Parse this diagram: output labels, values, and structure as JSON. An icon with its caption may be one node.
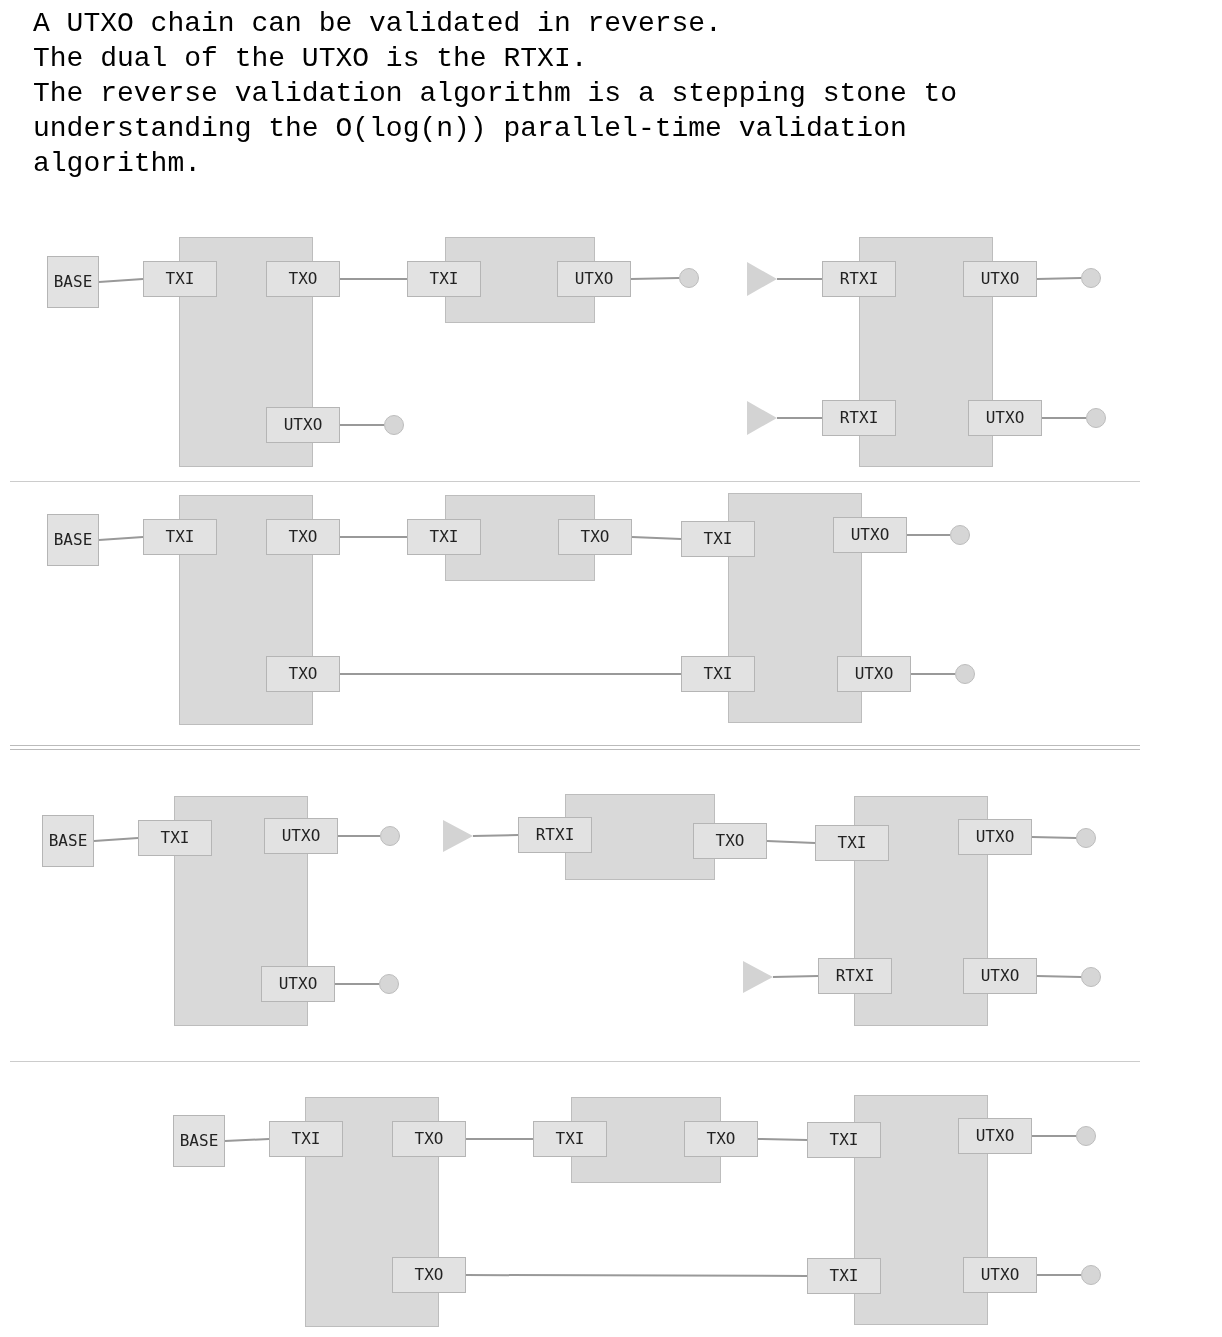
{
  "diagram": {
    "labels": [
      "A UTXO chain can be validated in reverse.",
      "The dual of the UTXO is the RTXI.",
      "The reverse validation algorithm is a stepping stone to understanding the O(log(n)) parallel-time validation algorithm."
    ],
    "nodes": [
      {
        "text": [
          "BASE"
        ]
      },
      {
        "text": [],
        "shape": "box"
      },
      {
        "text": [
          "TXI"
        ]
      },
      {
        "text": [
          "TXO"
        ]
      },
      {
        "text": [
          "UTXO"
        ]
      },
      {
        "text": [],
        "shape": "circle"
      },
      {
        "text": [],
        "shape": "box"
      },
      {
        "text": [
          "TXI"
        ]
      },
      {
        "text": [
          "UTXO"
        ]
      },
      {
        "text": [],
        "shape": "circle"
      },
      {
        "text": [],
        "shape": "triangle"
      },
      {
        "text": [],
        "shape": "triangle"
      },
      {
        "text": [],
        "shape": "box"
      },
      {
        "text": [
          "RTXI"
        ]
      },
      {
        "text": [
          "UTXO"
        ]
      },
      {
        "text": [
          "RTXI"
        ]
      },
      {
        "text": [
          "UTXO"
        ]
      },
      {
        "text": [],
        "shape": "circle"
      },
      {
        "text": [],
        "shape": "circle"
      },
      {
        "text": [
          "BASE"
        ]
      },
      {
        "text": [],
        "shape": "box"
      },
      {
        "text": [
          "TXI"
        ]
      },
      {
        "text": [
          "TXO"
        ]
      },
      {
        "text": [
          "TXO"
        ]
      },
      {
        "text": [],
        "shape": "box"
      },
      {
        "text": [
          "TXI"
        ]
      },
      {
        "text": [
          "TXO"
        ]
      },
      {
        "text": [],
        "shape": "box"
      },
      {
        "text": [
          "TXI"
        ]
      },
      {
        "text": [
          "UTXO"
        ]
      },
      {
        "text": [
          "TXI"
        ]
      },
      {
        "text": [
          "UTXO"
        ]
      },
      {
        "text": [],
        "shape": "circle"
      },
      {
        "text": [],
        "shape": "circle"
      },
      {
        "text": [
          "BASE"
        ]
      },
      {
        "text": [],
        "shape": "box"
      },
      {
        "text": [
          "TXI"
        ]
      },
      {
        "text": [
          "UTXO"
        ]
      },
      {
        "text": [
          "UTXO"
        ]
      },
      {
        "text": [],
        "shape": "circle"
      },
      {
        "text": [],
        "shape": "circle"
      },
      {
        "text": [],
        "shape": "triangle"
      },
      {
        "text": [],
        "shape": "box"
      },
      {
        "text": [
          "RTXI"
        ]
      },
      {
        "text": [
          "TXO"
        ]
      },
      {
        "text": [],
        "shape": "box"
      },
      {
        "text": [
          "TXI"
        ]
      },
      {
        "text": [
          "UTXO"
        ]
      },
      {
        "text": [],
        "shape": "triangle"
      },
      {
        "text": [
          "RTXI"
        ]
      },
      {
        "text": [
          "UTXO"
        ]
      },
      {
        "text": [],
        "shape": "circle"
      },
      {
        "text": [],
        "shape": "circle"
      },
      {
        "text": [
          "BASE"
        ]
      },
      {
        "text": [],
        "shape": "box"
      },
      {
        "text": [
          "TXI"
        ]
      },
      {
        "text": [
          "TXO"
        ]
      },
      {
        "text": [
          "TXO"
        ]
      },
      {
        "text": [],
        "shape": "box"
      },
      {
        "text": [
          "TXI"
        ]
      },
      {
        "text": [
          "TXO"
        ]
      },
      {
        "text": [],
        "shape": "box"
      },
      {
        "text": [
          "TXI"
        ]
      },
      {
        "text": [
          "UTXO"
        ]
      },
      {
        "text": [
          "TXI"
        ]
      },
      {
        "text": [
          "UTXO"
        ]
      },
      {
        "text": [],
        "shape": "circle"
      },
      {
        "text": [],
        "shape": "circle"
      }
    ],
    "edges": [
      {
        "from": 0,
        "to": 2,
        "arrow": "none"
      },
      {
        "from": 3,
        "to": 7,
        "arrow": "none"
      },
      {
        "from": 4,
        "to": 5,
        "arrow": "none"
      },
      {
        "from": 8,
        "to": 9,
        "arrow": "none"
      },
      {
        "from": 10,
        "to": 13,
        "arrow": "none"
      },
      {
        "from": 11,
        "to": 15,
        "arrow": "none"
      },
      {
        "from": 14,
        "to": 17,
        "arrow": "none"
      },
      {
        "from": 16,
        "to": 18,
        "arrow": "none"
      },
      {
        "from": 19,
        "to": 21,
        "arrow": "none"
      },
      {
        "from": 22,
        "to": 25,
        "arrow": "none"
      },
      {
        "from": 26,
        "to": 28,
        "arrow": "none"
      },
      {
        "from": 23,
        "to": 30,
        "arrow": "none"
      },
      {
        "from": 29,
        "to": 32,
        "arrow": "none"
      },
      {
        "from": 31,
        "to": 33,
        "arrow": "none"
      },
      {
        "from": 34,
        "to": 36,
        "arrow": "none"
      },
      {
        "from": 37,
        "to": 39,
        "arrow": "none"
      },
      {
        "from": 38,
        "to": 40,
        "arrow": "none"
      },
      {
        "from": 41,
        "to": 43,
        "arrow": "none"
      },
      {
        "from": 44,
        "to": 46,
        "arrow": "none"
      },
      {
        "from": 47,
        "to": 51,
        "arrow": "none"
      },
      {
        "from": 48,
        "to": 49,
        "arrow": "none"
      },
      {
        "from": 50,
        "to": 52,
        "arrow": "none"
      },
      {
        "from": 53,
        "to": 55,
        "arrow": "none"
      },
      {
        "from": 56,
        "to": 59,
        "arrow": "none"
      },
      {
        "from": 60,
        "to": 62,
        "arrow": "none"
      },
      {
        "from": 57,
        "to": 64,
        "arrow": "none"
      },
      {
        "from": 63,
        "to": 66,
        "arrow": "none"
      },
      {
        "from": 65,
        "to": 67,
        "arrow": "none"
      }
    ]
  }
}
